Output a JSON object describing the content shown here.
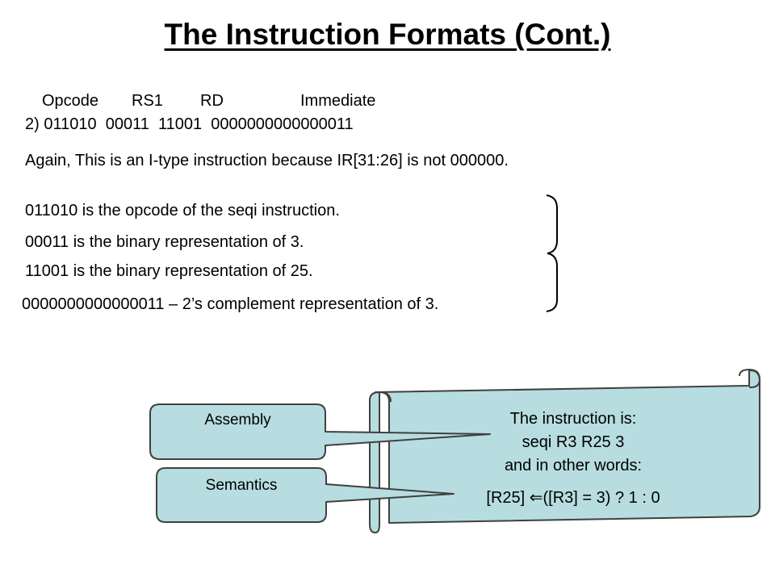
{
  "slide": {
    "title": "The Instruction Formats (Cont.)",
    "field_headers": {
      "opcode": "Opcode",
      "rs1": "RS1",
      "rd": "RD",
      "immediate": "Immediate"
    },
    "binary_line": "2) 011010  00011  11001  0000000000000011",
    "explanation": "Again, This is an I-type instruction because IR[31:26] is not 000000.",
    "details": [
      "011010 is the opcode of the seqi instruction.",
      "00011 is the binary representation of 3.",
      "11001 is the binary representation of 25.",
      "0000000000000011 – 2’s complement representation of 3."
    ]
  },
  "callouts": {
    "assembly_label": "Assembly",
    "semantics_label": "Semantics"
  },
  "scroll": {
    "line1": "The instruction is:",
    "line2": "seqi R3 R25 3",
    "line3": "and in other words:",
    "line4": "[R25] ⇐([R3] = 3) ? 1 : 0"
  },
  "colors": {
    "shape_fill": "#b7dde0",
    "shape_stroke": "#404040",
    "text": "#000000"
  }
}
